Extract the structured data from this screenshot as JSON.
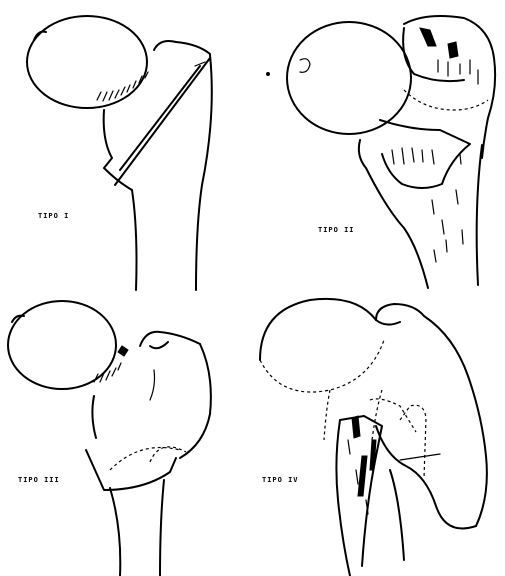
{
  "panels": [
    {
      "id": "tipo-1",
      "label": "TIPO I"
    },
    {
      "id": "tipo-2",
      "label": "TIPO II"
    },
    {
      "id": "tipo-3",
      "label": "TIPO III"
    },
    {
      "id": "tipo-4",
      "label": "TIPO IV"
    }
  ]
}
